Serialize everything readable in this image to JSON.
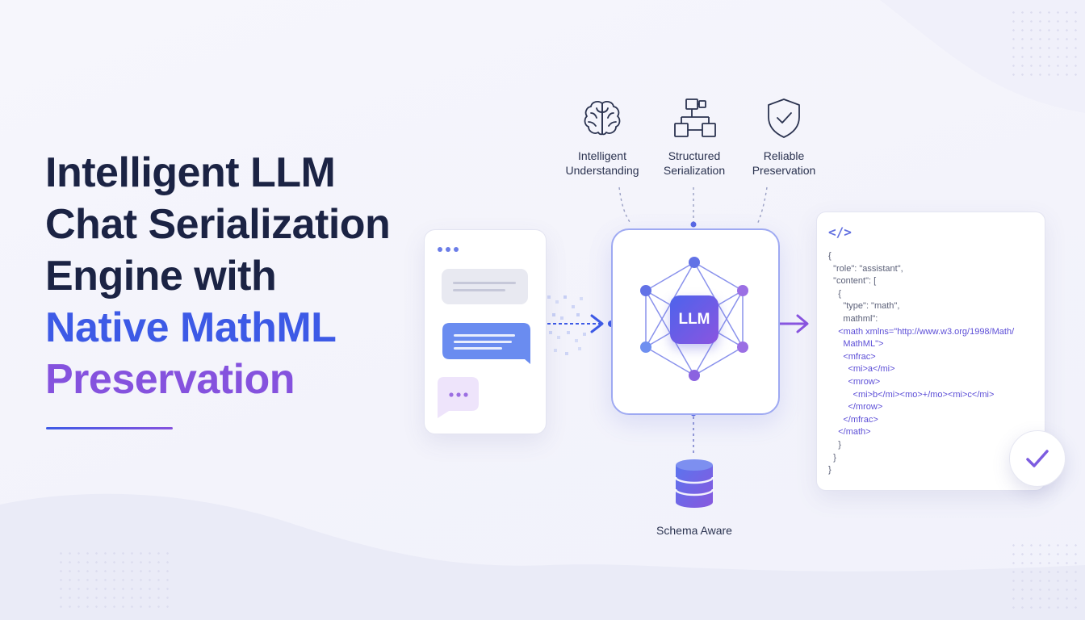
{
  "headline": {
    "line1": "Intelligent LLM",
    "line2": "Chat Serialization",
    "line3": "Engine with",
    "line4": "Native MathML",
    "line5": "Preservation"
  },
  "features": [
    {
      "label": "Intelligent Understanding",
      "icon": "brain-icon"
    },
    {
      "label": "Structured Serialization",
      "icon": "flowchart-icon"
    },
    {
      "label": "Reliable Preservation",
      "icon": "shield-check-icon"
    }
  ],
  "core": {
    "label": "LLM",
    "icon": "network-hexagon-icon"
  },
  "storage": {
    "label": "Schema Aware",
    "icon": "database-icon"
  },
  "code": {
    "icon_text": "</>",
    "lines": [
      "{",
      "  \"role\": \"assistant\",",
      "  \"content\": [",
      "    {",
      "      \"type\": \"math\",",
      "      mathml\":",
      "    <math xmlns=\"http://www.w3.org/1998/Math/",
      "      MathML\">",
      "      <mfrac>",
      "        <mi>a</mi>",
      "        <mrow>",
      "          <mi>b</mi><mo>+/mo><mi>c</mi>",
      "        </mrow>",
      "      </mfrac>",
      "    </math>",
      "    }",
      "  }",
      "}"
    ]
  },
  "colors": {
    "navy": "#1b2344",
    "blue": "#3d5ae6",
    "purple": "#8552de",
    "check": "#7c5ce0"
  }
}
